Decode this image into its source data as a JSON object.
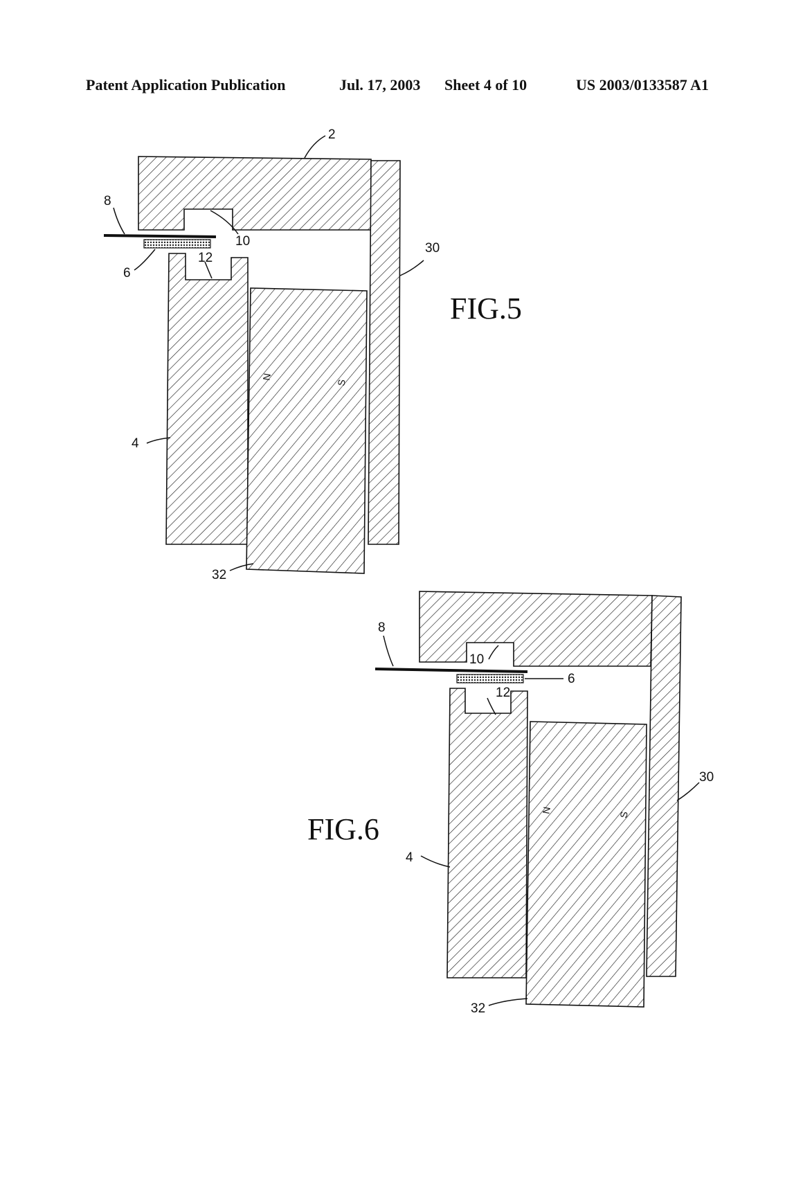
{
  "header": {
    "publication": "Patent Application Publication",
    "date": "Jul. 17, 2003",
    "sheet": "Sheet 4 of 10",
    "number": "US 2003/0133587 A1"
  },
  "fig5": {
    "title": "FIG.5",
    "labels": {
      "l2": "2",
      "l8": "8",
      "l10": "10",
      "l30": "30",
      "l12": "12",
      "l6": "6",
      "l4": "4",
      "l32": "32",
      "pole_n": "N",
      "pole_s": "S"
    }
  },
  "fig6": {
    "title": "FIG.6",
    "labels": {
      "l8": "8",
      "l10": "10",
      "l6": "6",
      "l12": "12",
      "l30": "30",
      "l4": "4",
      "l32": "32",
      "pole_n": "N",
      "pole_s": "S"
    }
  }
}
